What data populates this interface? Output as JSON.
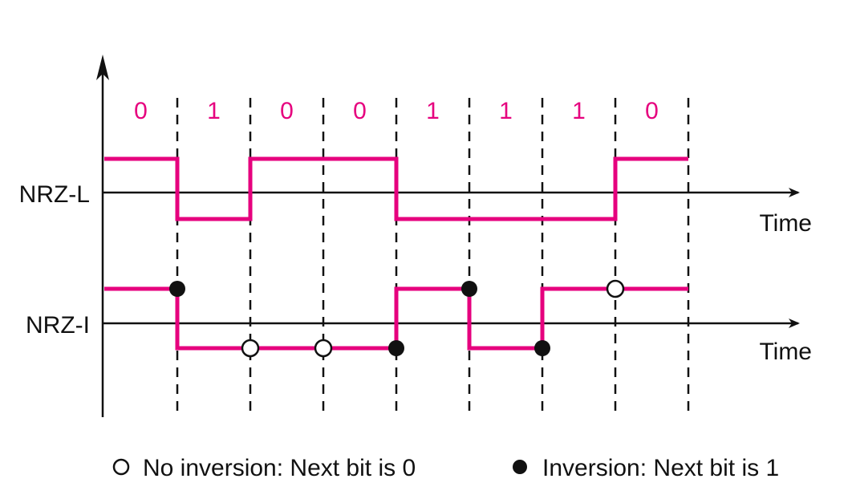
{
  "bits": [
    "0",
    "1",
    "0",
    "0",
    "1",
    "1",
    "1",
    "0"
  ],
  "rows": {
    "nrzl": {
      "label": "NRZ-L",
      "axis_label": "Time"
    },
    "nrzi": {
      "label": "NRZ-I",
      "axis_label": "Time"
    }
  },
  "nrzl_levels": [
    "high",
    "low",
    "high",
    "high",
    "low",
    "low",
    "low",
    "high"
  ],
  "nrzi_levels": [
    "high",
    "low",
    "low",
    "low",
    "high",
    "low",
    "high",
    "high"
  ],
  "nrzi_markers": [
    {
      "boundary": 1,
      "type": "inversion"
    },
    {
      "boundary": 2,
      "type": "no-inversion"
    },
    {
      "boundary": 3,
      "type": "no-inversion"
    },
    {
      "boundary": 4,
      "type": "inversion"
    },
    {
      "boundary": 5,
      "type": "inversion"
    },
    {
      "boundary": 6,
      "type": "inversion"
    },
    {
      "boundary": 7,
      "type": "no-inversion"
    }
  ],
  "legend": {
    "no_inversion": "No inversion: Next bit is 0",
    "inversion": "Inversion: Next bit is 1"
  },
  "colors": {
    "signal": "#e6007e",
    "axis": "#111111"
  }
}
